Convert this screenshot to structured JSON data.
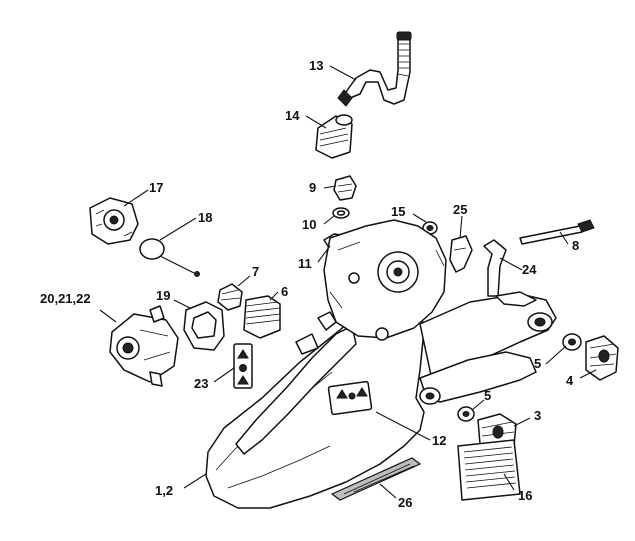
{
  "diagram": {
    "callouts": [
      {
        "id": "c13",
        "text": "13"
      },
      {
        "id": "c14",
        "text": "14"
      },
      {
        "id": "c17",
        "text": "17"
      },
      {
        "id": "c18",
        "text": "18"
      },
      {
        "id": "c9",
        "text": "9"
      },
      {
        "id": "c10",
        "text": "10"
      },
      {
        "id": "c11",
        "text": "11"
      },
      {
        "id": "c15",
        "text": "15"
      },
      {
        "id": "c25",
        "text": "25"
      },
      {
        "id": "c8",
        "text": "8"
      },
      {
        "id": "c24",
        "text": "24"
      },
      {
        "id": "c7",
        "text": "7"
      },
      {
        "id": "c6",
        "text": "6"
      },
      {
        "id": "c19",
        "text": "19"
      },
      {
        "id": "c20",
        "text": "20,21,22"
      },
      {
        "id": "c23",
        "text": "23"
      },
      {
        "id": "c5a",
        "text": "5"
      },
      {
        "id": "c4",
        "text": "4"
      },
      {
        "id": "c5b",
        "text": "5"
      },
      {
        "id": "c3",
        "text": "3"
      },
      {
        "id": "c12",
        "text": "12"
      },
      {
        "id": "c16",
        "text": "16"
      },
      {
        "id": "c1",
        "text": "1,2"
      },
      {
        "id": "c26",
        "text": "26"
      }
    ]
  }
}
